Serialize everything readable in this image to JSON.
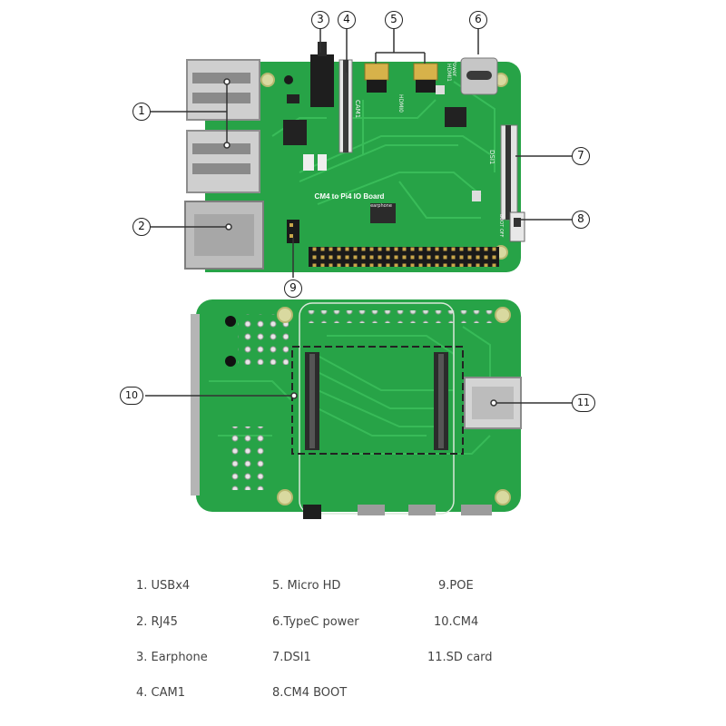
{
  "board_top": {
    "title": "CM4 to Pi4 IO Board",
    "labels": {
      "cam": "CAM1",
      "hdmi0": "HDMI0",
      "hdmi1": "HDMI1",
      "power": "Power",
      "dsi": "DSI1",
      "earphone": "earphone",
      "boot": "BOOT OFF"
    }
  },
  "callouts": [
    "1",
    "2",
    "3",
    "4",
    "5",
    "6",
    "7",
    "8",
    "9",
    "10",
    "11"
  ],
  "legend": [
    "1. USBx4",
    "2. RJ45",
    "3. Earphone",
    "4. CAM1",
    "5. Micro HD",
    "6.TypeC power",
    "7.DSI1",
    "8.CM4 BOOT",
    "9.POE",
    "10.CM4",
    "11.SD card"
  ],
  "colors": {
    "pcb": "#27a347",
    "pcb_dark": "#1d8a3a",
    "trace": "#3bbf5c",
    "metal": "#c9c9c9",
    "silk": "#f2f2f2"
  }
}
